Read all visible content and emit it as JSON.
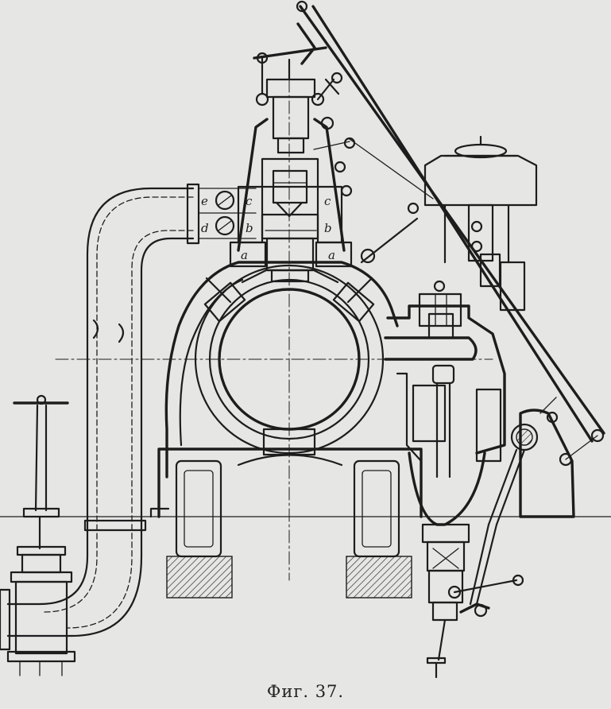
{
  "caption": "Фиг. 37.",
  "labels": {
    "a": "a",
    "b": "b",
    "c": "c",
    "d": "d",
    "e": "e"
  },
  "style": {
    "ink_color": "#1d1d1d",
    "paper_color": "#e6e6e5"
  }
}
